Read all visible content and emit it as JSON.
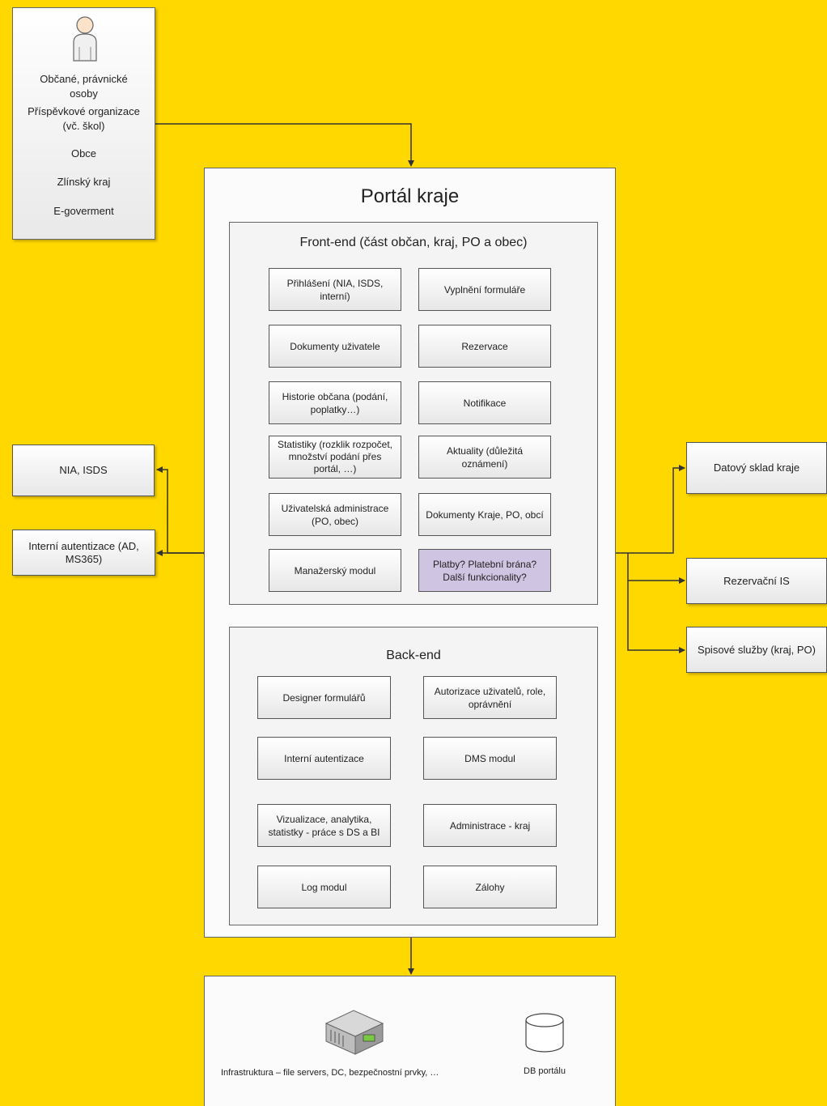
{
  "actor": {
    "line1": "Občané, právnické",
    "line2": "osoby",
    "line3": "Příspěvkové organizace",
    "line4": "(vč. škol)",
    "line5": "Obce",
    "line6": "Zlínský kraj",
    "line7": "E-goverment"
  },
  "portal": {
    "title": "Portál kraje",
    "frontend": {
      "title": "Front-end (část občan, kraj, PO a obec)",
      "modules": [
        "Přihlášení (NIA, ISDS, interní)",
        "Vyplnění formuláře",
        "Dokumenty uživatele",
        "Rezervace",
        "Historie občana (podání, poplatky…)",
        "Notifikace",
        "Statistiky (rozklik rozpočet, množství podání přes portál, …)",
        "Aktuality (důležitá oznámení)",
        "Uživatelská administrace (PO, obec)",
        "Dokumenty Kraje, PO, obcí",
        "Manažerský modul",
        "Platby? Platební brána? Další funkcionality?"
      ]
    },
    "backend": {
      "title": "Back-end",
      "modules": [
        "Designer formulářů",
        "Autorizace uživatelů, role, oprávnění",
        "Interní autentizace",
        "DMS modul",
        "Vizualizace, analytika, statistky  - práce s DS a BI",
        "Administrace - kraj",
        "Log modul",
        "Zálohy"
      ]
    }
  },
  "left_systems": [
    "NIA, ISDS",
    "Interní autentizace (AD, MS365)"
  ],
  "right_systems": [
    "Datový sklad kraje",
    "Rezervační IS",
    "Spisové služby (kraj, PO)"
  ],
  "infrastructure": {
    "server_label": "Infrastruktura – file servers, DC, bezpečnostní prvky, …",
    "db_label": "DB portálu",
    "server_icon": "server-icon",
    "db_icon": "database-icon"
  },
  "colors": {
    "background": "#FFD800",
    "highlight_module": "#CFC4E2"
  }
}
